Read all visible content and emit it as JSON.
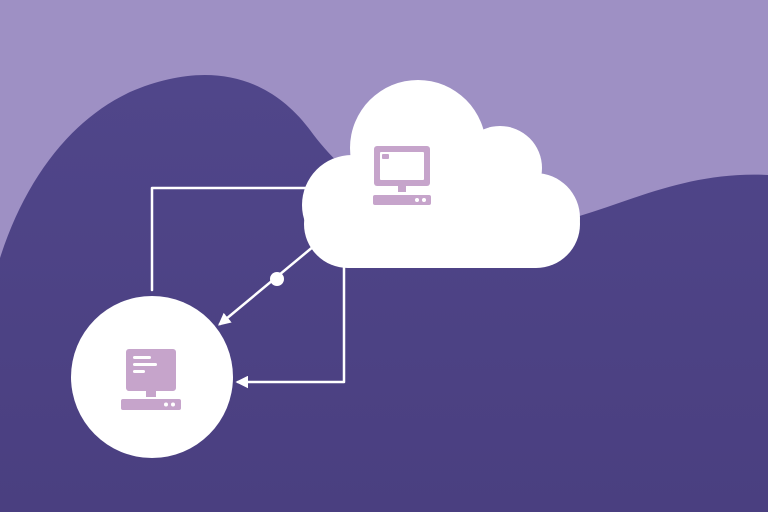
{
  "colors": {
    "sky": "#9e90c4",
    "hill": "#50468a",
    "hill_bottom": "#4a3f80",
    "white": "#ffffff",
    "icon": "#c6a4cb",
    "icon_shade": "#b591bc"
  },
  "nodes": [
    {
      "id": "cloud",
      "shape": "cloud",
      "icon": "computer-monitor-icon"
    },
    {
      "id": "client",
      "shape": "circle",
      "icon": "computer-terminal-icon"
    }
  ],
  "connectors": [
    {
      "id": "link-top",
      "from": "client",
      "to": "cloud",
      "style": "elbow"
    },
    {
      "id": "link-diagonal",
      "from": "cloud",
      "to": "client",
      "style": "straight-with-dot",
      "arrow": "end"
    },
    {
      "id": "link-bottom",
      "from": "cloud",
      "to": "client",
      "style": "elbow",
      "arrow": "end"
    }
  ]
}
